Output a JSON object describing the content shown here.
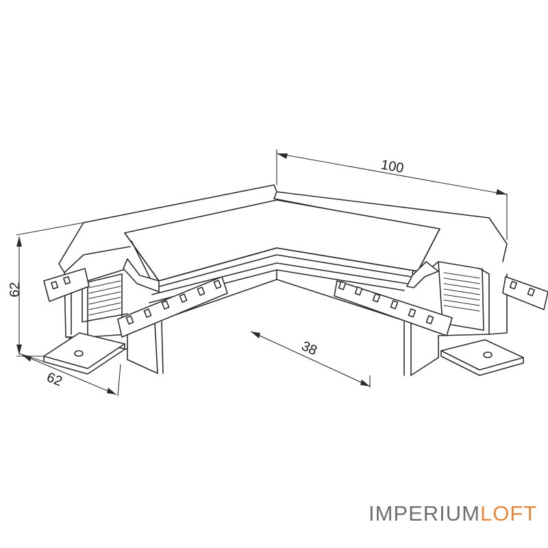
{
  "dimensions": {
    "top_length": "100",
    "height": "62",
    "depth": "62",
    "inner_length": "38"
  },
  "logo": {
    "part1": "IMPERIUM",
    "part2": "LOFT",
    "color1": "#6e6e6e",
    "color2": "#e8873a"
  }
}
